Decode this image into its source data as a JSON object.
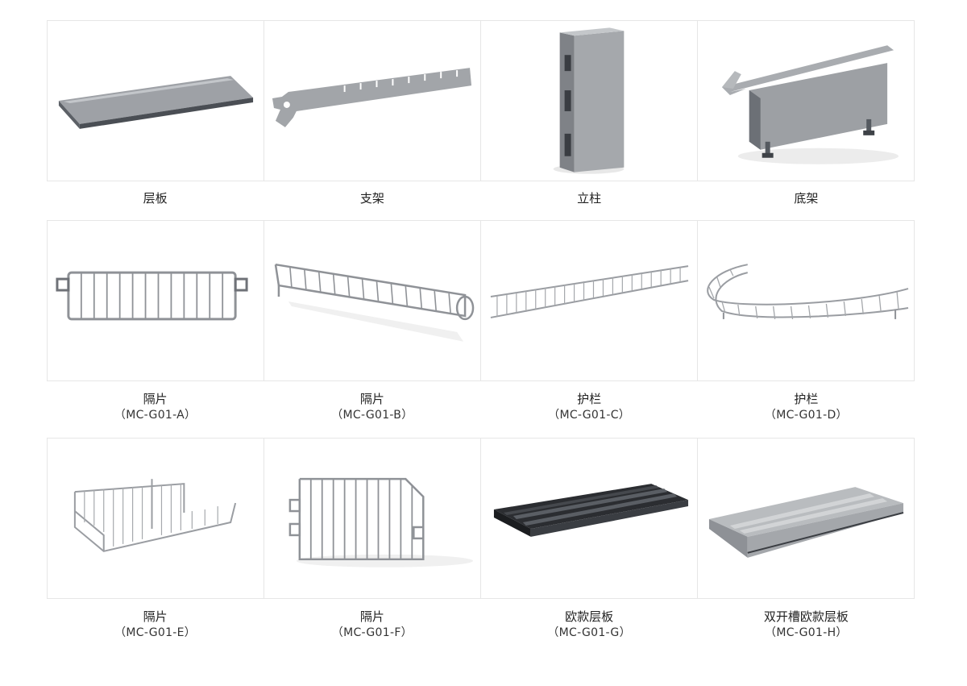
{
  "products": [
    {
      "name": "层板",
      "model": ""
    },
    {
      "name": "支架",
      "model": ""
    },
    {
      "name": "立柱",
      "model": ""
    },
    {
      "name": "底架",
      "model": ""
    },
    {
      "name": "隔片",
      "model": "（MC-G01-A）"
    },
    {
      "name": "隔片",
      "model": "（MC-G01-B）"
    },
    {
      "name": "护栏",
      "model": "（MC-G01-C）"
    },
    {
      "name": "护栏",
      "model": "（MC-G01-D）"
    },
    {
      "name": "隔片",
      "model": "（MC-G01-E）"
    },
    {
      "name": "隔片",
      "model": "（MC-G01-F）"
    },
    {
      "name": "欧款层板",
      "model": "（MC-G01-G）"
    },
    {
      "name": "双开槽欧款层板",
      "model": "（MC-G01-H）"
    }
  ],
  "colors": {
    "border": "#e6e6e6",
    "metal": "#8a8d91",
    "metal_dark": "#555a60",
    "wire": "#9a9da2",
    "black_shelf": "#2b2d31"
  }
}
